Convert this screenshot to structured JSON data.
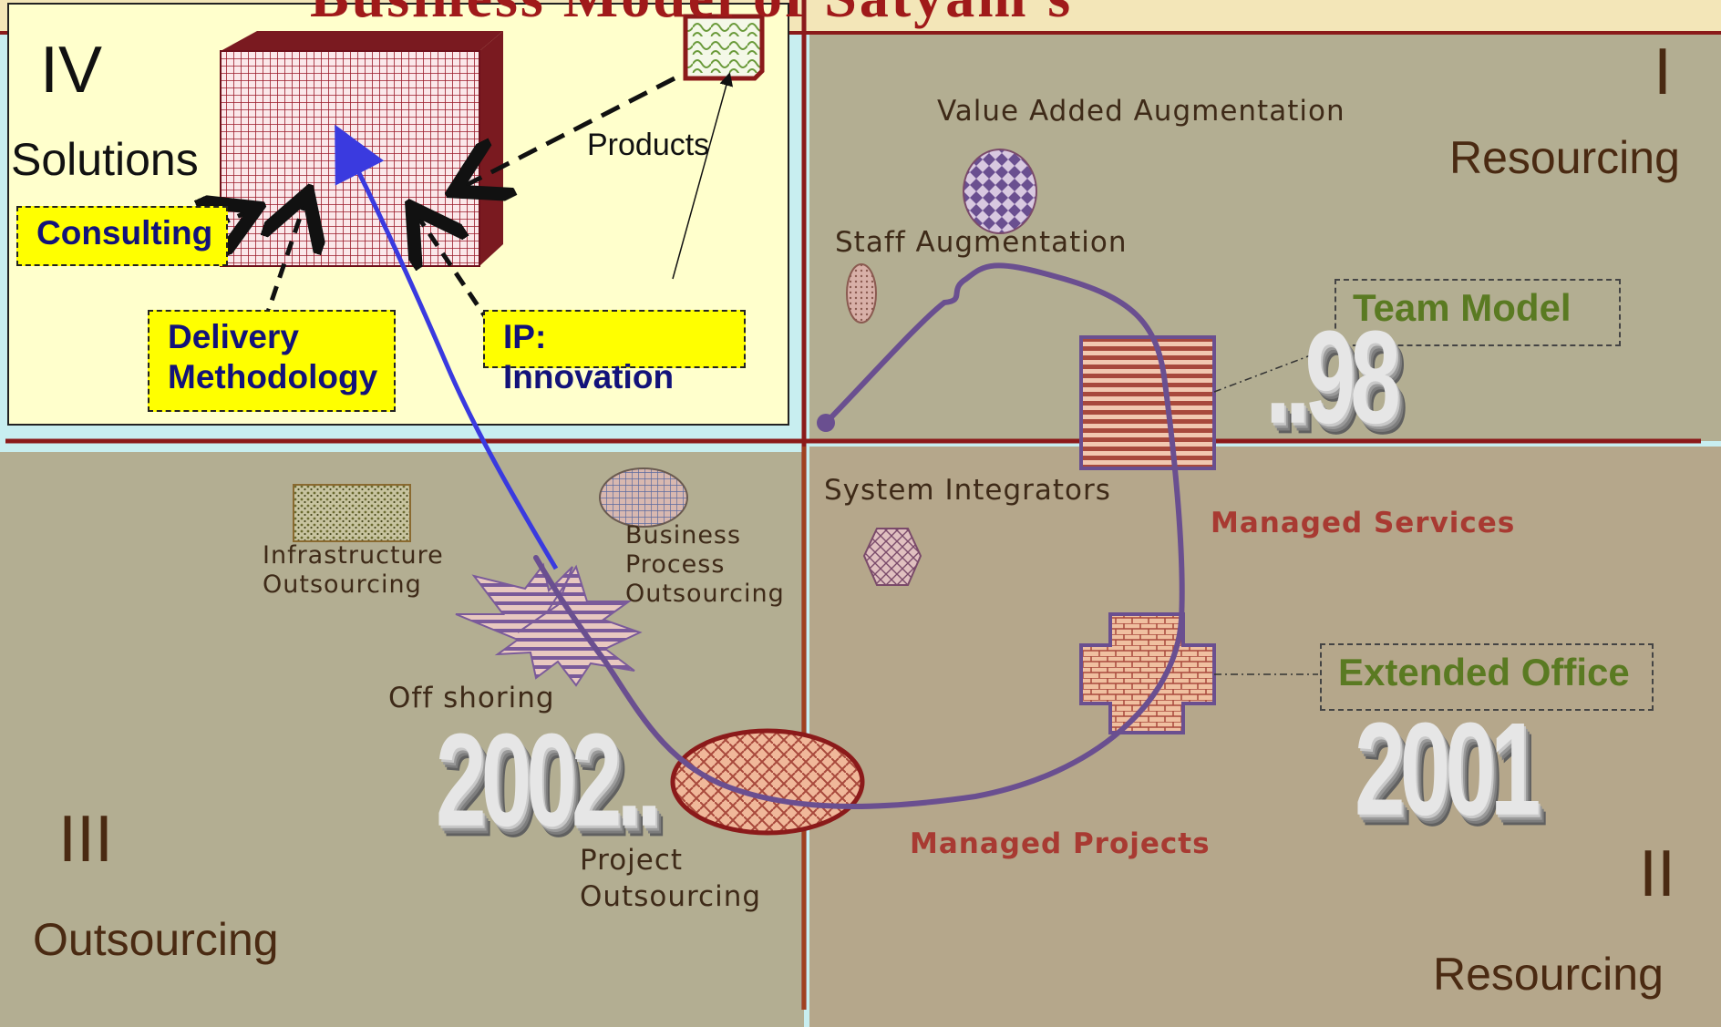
{
  "header": {
    "title_fragment": "Business Model of Satyam's"
  },
  "quadrants": {
    "q1": {
      "numeral": "I",
      "name": "Resourcing"
    },
    "q2": {
      "numeral": "II",
      "name": "Resourcing"
    },
    "q3": {
      "numeral": "III",
      "name": "Outsourcing"
    },
    "q4": {
      "numeral": "IV",
      "name": "Solutions"
    }
  },
  "solutions_panel": {
    "products": "Products",
    "consulting": "Consulting",
    "delivery_line1": "Delivery",
    "delivery_line2": "Methodology",
    "ip_innovation": "IP: Innovation"
  },
  "services": {
    "value_added": "Value Added Augmentation",
    "staff_aug": "Staff Augmentation",
    "system_integrators": "System Integrators",
    "infra_line1": "Infrastructure",
    "infra_line2": "Outsourcing",
    "bpo_line1": "Business",
    "bpo_line2": "Process",
    "bpo_line3": "Outsourcing",
    "offshoring": "Off shoring",
    "project_line1": "Project",
    "project_line2": "Outsourcing"
  },
  "models": {
    "team_model": "Team Model",
    "extended_office": "Extended Office",
    "managed_services": "Managed Services",
    "managed_projects": "Managed Projects"
  },
  "years": {
    "y98": "..98",
    "y2001": "2001",
    "y2002": "2002.."
  },
  "colors": {
    "quadrant_divider": "#8b1a1a",
    "path": "#6a4f90",
    "arrow": "#3a3adf",
    "solutions_bg": "#ffffcc",
    "quadrant_olive": "#b3b095",
    "quadrant_tan": "#b5a88c",
    "accent_yellow": "#ffff00"
  }
}
